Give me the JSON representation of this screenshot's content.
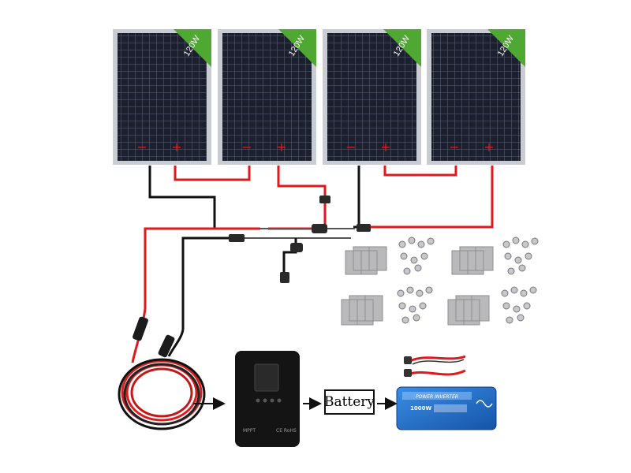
{
  "panels": [
    {
      "label": "120W",
      "minus": "−",
      "plus": "+"
    },
    {
      "label": "120W",
      "minus": "−",
      "plus": "+"
    },
    {
      "label": "120W",
      "minus": "−",
      "plus": "+"
    },
    {
      "label": "120W",
      "minus": "−",
      "plus": "+"
    }
  ],
  "controller": {
    "brand": "MPPT",
    "marks": "CE RoHS"
  },
  "battery": {
    "label": "Battery"
  },
  "inverter": {
    "title": "POWER INVERTER",
    "rating": "1000W"
  },
  "colors": {
    "panel_cell": "#1b1f2e",
    "panel_frame": "#c9ccd2",
    "label_tag": "#4fa832",
    "wire_red": "#e0191c",
    "wire_black": "#111111",
    "inverter_blue": "#1f6fcf",
    "controller_body": "#141414",
    "mount_bracket": "#b9b9bc"
  },
  "icons": [
    "arrow-right-icon",
    "arrow-right-icon",
    "arrow-right-icon"
  ]
}
